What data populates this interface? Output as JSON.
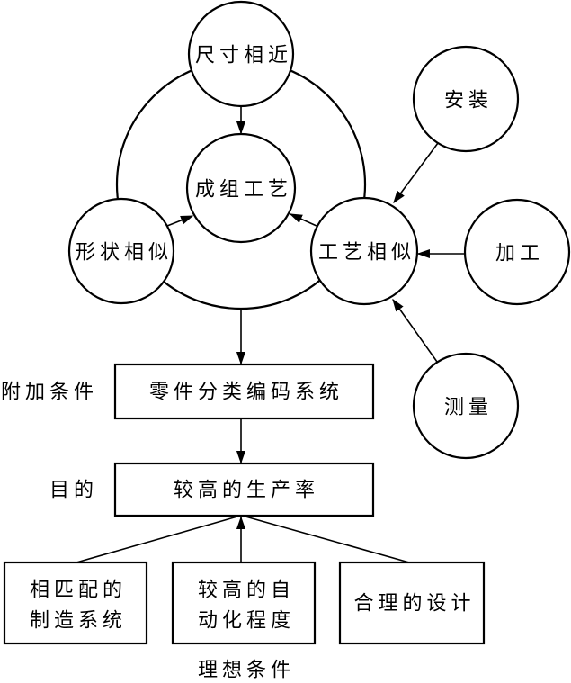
{
  "colors": {
    "stroke": "#000000",
    "background": "#ffffff"
  },
  "circles": {
    "size_similar": "尺寸相近",
    "group_technology": "成组工艺",
    "shape_similar": "形状相似",
    "process_similar": "工艺相似",
    "installation": "安装",
    "machining": "加工",
    "measurement": "测量"
  },
  "boxes": {
    "coding_system": "零件分类编码系统",
    "productivity": "较高的生产率",
    "manufacturing_line1": "相匹配的",
    "manufacturing_line2": "制造系统",
    "automation_line1": "较高的自",
    "automation_line2": "动化程度",
    "design": "合理的设计"
  },
  "labels": {
    "additional_conditions": "附加条件",
    "purpose": "目的",
    "ideal_conditions": "理想条件"
  }
}
